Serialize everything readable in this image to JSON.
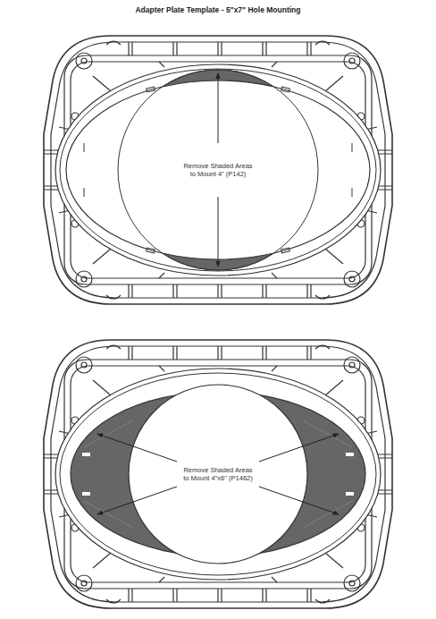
{
  "diagram": {
    "title": "Adapter Plate Template - 5\"x7\" Hole Mounting",
    "labels": [
      "Remove Shaded Areas to Mount 4\" (P142)",
      "Remove Shaded Areas to Mount 4\"x6\" (P1462)"
    ]
  }
}
